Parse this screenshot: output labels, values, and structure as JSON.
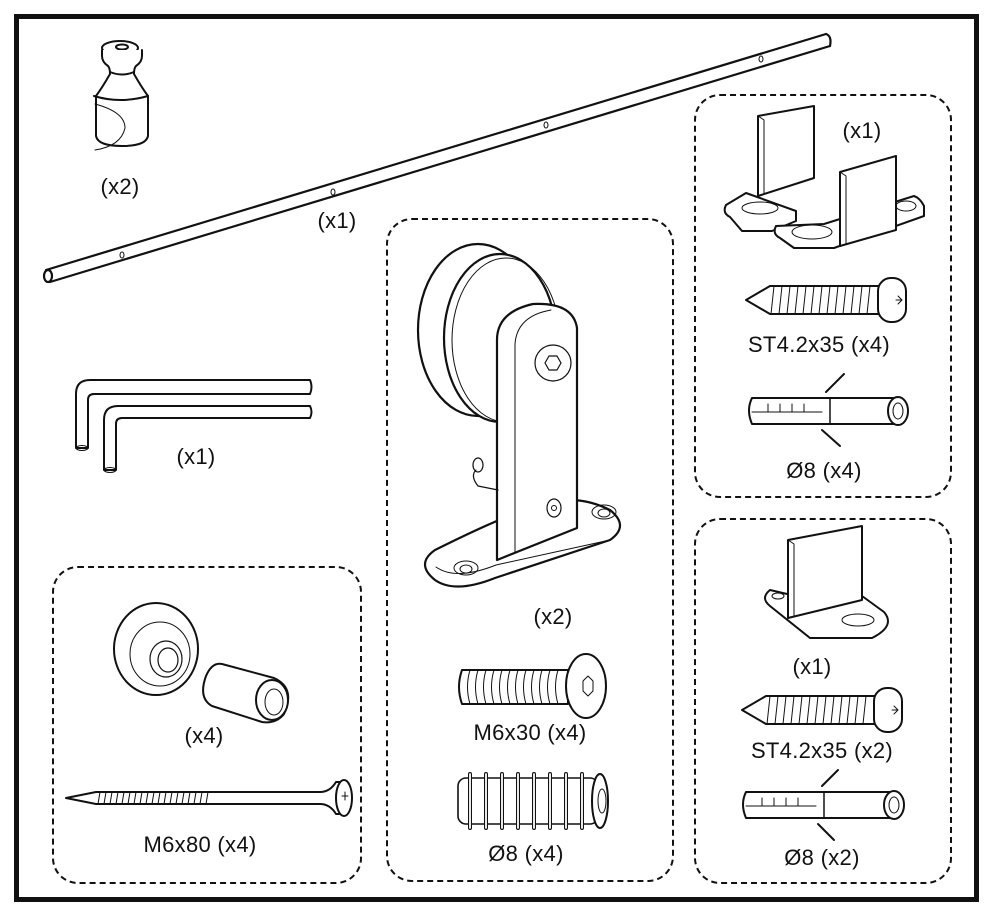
{
  "diagram": {
    "title": "Hardware kit parts list",
    "parts": {
      "door_stopper": {
        "name": "Door stopper",
        "qty": "(x2)"
      },
      "track_rail": {
        "name": "Track rail",
        "qty": "(x1)"
      },
      "hex_keys": {
        "name": "Hex keys",
        "qty": "(x1)"
      },
      "wall_spacer_set": {
        "spacer": {
          "name": "Spacer washer and sleeve",
          "qty": "(x4)"
        },
        "lag_screw": {
          "name": "Lag screw",
          "label": "M6x80 (x4)"
        }
      },
      "roller_hanger_set": {
        "hanger": {
          "name": "Roller hanger",
          "qty": "(x2)"
        },
        "bolt": {
          "name": "Hex bolt",
          "label": "M6x30 (x4)"
        },
        "insert_nut": {
          "name": "Threaded insert",
          "label": "Ø8 (x4)"
        }
      },
      "double_floor_guide_set": {
        "guide": {
          "name": "Double floor guide",
          "qty": "(x1)"
        },
        "screw": {
          "name": "Self-tapping screw",
          "label": "ST4.2x35 (x4)"
        },
        "anchor": {
          "name": "Wall anchor",
          "label": "Ø8 (x4)"
        }
      },
      "single_floor_guide_set": {
        "guide": {
          "name": "Single floor guide",
          "qty": "(x1)"
        },
        "screw": {
          "name": "Self-tapping screw",
          "label": "ST4.2x35 (x2)"
        },
        "anchor": {
          "name": "Wall anchor",
          "label": "Ø8 (x2)"
        }
      }
    }
  }
}
